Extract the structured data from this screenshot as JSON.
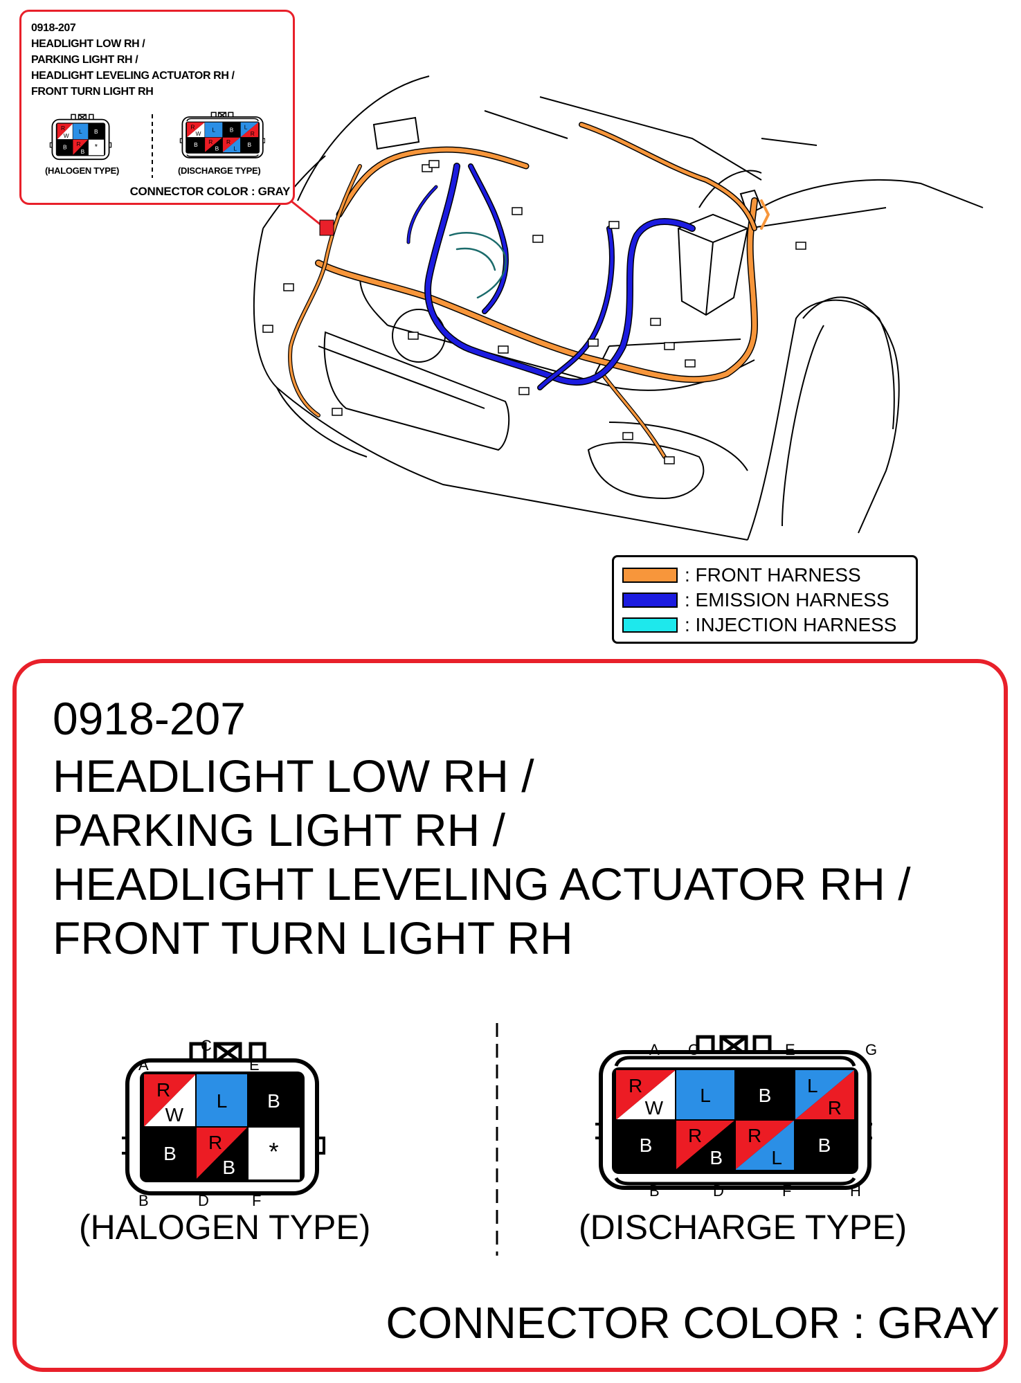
{
  "connector_code": "0918-207",
  "connector_name_lines": [
    "HEADLIGHT LOW RH /",
    "PARKING LIGHT RH /",
    "HEADLIGHT LEVELING ACTUATOR RH /",
    "FRONT TURN LIGHT RH"
  ],
  "connector_color_text": "CONNECTOR COLOR : GRAY",
  "halogen": {
    "label": "(HALOGEN TYPE)",
    "terminal_letters_top": [
      "A",
      "C",
      "E"
    ],
    "terminal_letters_bottom": [
      "B",
      "D",
      "F"
    ],
    "cells": [
      {
        "terminal": "A",
        "wire": [
          "R",
          "W"
        ]
      },
      {
        "terminal": "C",
        "wire": [
          "L"
        ]
      },
      {
        "terminal": "E",
        "wire": [
          "B"
        ]
      },
      {
        "terminal": "B",
        "wire": [
          "B"
        ]
      },
      {
        "terminal": "D",
        "wire": [
          "R",
          "B"
        ]
      },
      {
        "terminal": "F",
        "wire": [
          "*"
        ]
      }
    ]
  },
  "discharge": {
    "label": "(DISCHARGE TYPE)",
    "terminal_letters_top": [
      "A",
      "C",
      "E",
      "G"
    ],
    "terminal_letters_bottom": [
      "B",
      "D",
      "F",
      "H"
    ],
    "cells": [
      {
        "terminal": "A",
        "wire": [
          "R",
          "W"
        ]
      },
      {
        "terminal": "C",
        "wire": [
          "L"
        ]
      },
      {
        "terminal": "E",
        "wire": [
          "B"
        ]
      },
      {
        "terminal": "G",
        "wire": [
          "L",
          "R"
        ]
      },
      {
        "terminal": "B",
        "wire": [
          "B"
        ]
      },
      {
        "terminal": "D",
        "wire": [
          "R",
          "B"
        ]
      },
      {
        "terminal": "F",
        "wire": [
          "R",
          "L"
        ]
      },
      {
        "terminal": "H",
        "wire": [
          "B"
        ]
      }
    ]
  },
  "legend": [
    {
      "label": ": FRONT HARNESS",
      "color": "#f7963b"
    },
    {
      "label": ": EMISSION HARNESS",
      "color": "#1c1ce0"
    },
    {
      "label": ": INJECTION HARNESS",
      "color": "#1ee8ec"
    }
  ],
  "wire_colors": {
    "R": "#ec1c24",
    "W": "#ffffff",
    "L": "#2b8fe6",
    "B": "#000000"
  }
}
